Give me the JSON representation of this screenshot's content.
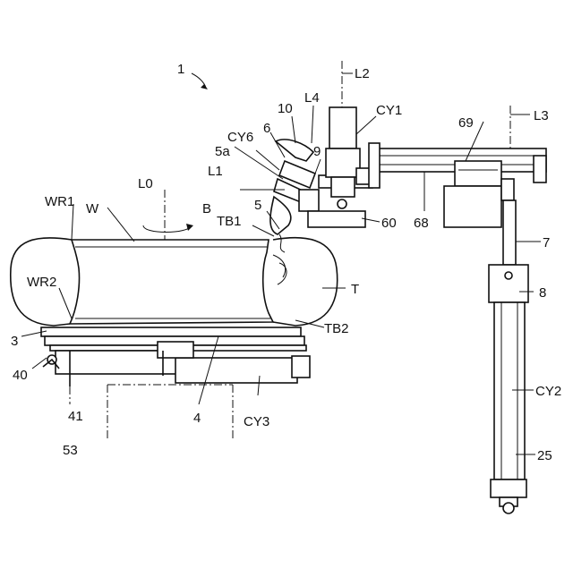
{
  "figure": {
    "labels": {
      "l1": "1",
      "l_L2": "L2",
      "l_L4": "L4",
      "l_10": "10",
      "l_CY1": "CY1",
      "l_L3": "L3",
      "l_69": "69",
      "l_6": "6",
      "l_CY6": "CY6",
      "l_5a": "5a",
      "l_9": "9",
      "l_L1": "L1",
      "l_L0": "L0",
      "l_WR1": "WR1",
      "l_W": "W",
      "l_B": "B",
      "l_5": "5",
      "l_TB1": "TB1",
      "l_60": "60",
      "l_68": "68",
      "l_7": "7",
      "l_T": "T",
      "l_8": "8",
      "l_WR2": "WR2",
      "l_3": "3",
      "l_TB2": "TB2",
      "l_40": "40",
      "l_41": "41",
      "l_4": "4",
      "l_CY3": "CY3",
      "l_CY2": "CY2",
      "l_53": "53",
      "l_25": "25"
    }
  }
}
